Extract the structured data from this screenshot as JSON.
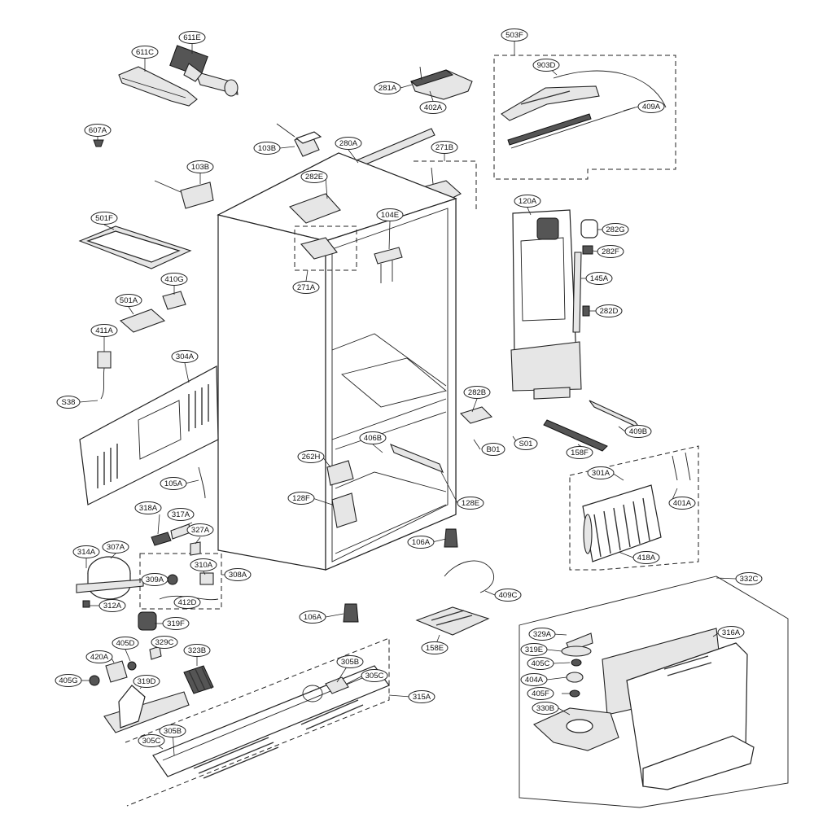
{
  "diagram_type": "exploded parts diagram",
  "callouts": [
    {
      "id": "611C",
      "label": "611C"
    },
    {
      "id": "611E",
      "label": "611E"
    },
    {
      "id": "607A",
      "label": "607A"
    },
    {
      "id": "103B-top",
      "label": "103B"
    },
    {
      "id": "280A",
      "label": "280A"
    },
    {
      "id": "281A",
      "label": "281A"
    },
    {
      "id": "402A",
      "label": "402A"
    },
    {
      "id": "503F",
      "label": "503F"
    },
    {
      "id": "903D",
      "label": "903D"
    },
    {
      "id": "409A",
      "label": "409A"
    },
    {
      "id": "271B",
      "label": "271B"
    },
    {
      "id": "103B-side",
      "label": "103B"
    },
    {
      "id": "282E",
      "label": "282E"
    },
    {
      "id": "501F",
      "label": "501F"
    },
    {
      "id": "104E",
      "label": "104E"
    },
    {
      "id": "271A",
      "label": "271A"
    },
    {
      "id": "120A",
      "label": "120A"
    },
    {
      "id": "282G",
      "label": "282G"
    },
    {
      "id": "282F",
      "label": "282F"
    },
    {
      "id": "145A",
      "label": "145A"
    },
    {
      "id": "282D",
      "label": "282D"
    },
    {
      "id": "410G",
      "label": "410G"
    },
    {
      "id": "501A",
      "label": "501A"
    },
    {
      "id": "411A",
      "label": "411A"
    },
    {
      "id": "304A",
      "label": "304A"
    },
    {
      "id": "S38",
      "label": "S38"
    },
    {
      "id": "282B",
      "label": "282B"
    },
    {
      "id": "409B",
      "label": "409B"
    },
    {
      "id": "B01",
      "label": "B01"
    },
    {
      "id": "S01",
      "label": "S01"
    },
    {
      "id": "406B",
      "label": "406B"
    },
    {
      "id": "158F",
      "label": "158F"
    },
    {
      "id": "262H",
      "label": "262H"
    },
    {
      "id": "105A",
      "label": "105A"
    },
    {
      "id": "301A",
      "label": "301A"
    },
    {
      "id": "128F",
      "label": "128F"
    },
    {
      "id": "128E",
      "label": "128E"
    },
    {
      "id": "401A",
      "label": "401A"
    },
    {
      "id": "318A",
      "label": "318A"
    },
    {
      "id": "317A",
      "label": "317A"
    },
    {
      "id": "327A",
      "label": "327A"
    },
    {
      "id": "106A-right",
      "label": "106A"
    },
    {
      "id": "418A",
      "label": "418A"
    },
    {
      "id": "314A",
      "label": "314A"
    },
    {
      "id": "307A",
      "label": "307A"
    },
    {
      "id": "310A",
      "label": "310A"
    },
    {
      "id": "308A",
      "label": "308A"
    },
    {
      "id": "309A",
      "label": "309A"
    },
    {
      "id": "332C",
      "label": "332C"
    },
    {
      "id": "312A",
      "label": "312A"
    },
    {
      "id": "412D",
      "label": "412D"
    },
    {
      "id": "409C",
      "label": "409C"
    },
    {
      "id": "106A-left",
      "label": "106A"
    },
    {
      "id": "319F",
      "label": "319F"
    },
    {
      "id": "329A",
      "label": "329A"
    },
    {
      "id": "316A",
      "label": "316A"
    },
    {
      "id": "405D",
      "label": "405D"
    },
    {
      "id": "329C",
      "label": "329C"
    },
    {
      "id": "323B",
      "label": "323B"
    },
    {
      "id": "158E",
      "label": "158E"
    },
    {
      "id": "319E",
      "label": "319E"
    },
    {
      "id": "420A",
      "label": "420A"
    },
    {
      "id": "305B-top",
      "label": "305B"
    },
    {
      "id": "405C",
      "label": "405C"
    },
    {
      "id": "405G",
      "label": "405G"
    },
    {
      "id": "319D",
      "label": "319D"
    },
    {
      "id": "305C-top",
      "label": "305C"
    },
    {
      "id": "404A",
      "label": "404A"
    },
    {
      "id": "315A",
      "label": "315A"
    },
    {
      "id": "405F",
      "label": "405F"
    },
    {
      "id": "330B",
      "label": "330B"
    },
    {
      "id": "305B-bottom",
      "label": "305B"
    },
    {
      "id": "305C-bottom",
      "label": "305C"
    }
  ]
}
